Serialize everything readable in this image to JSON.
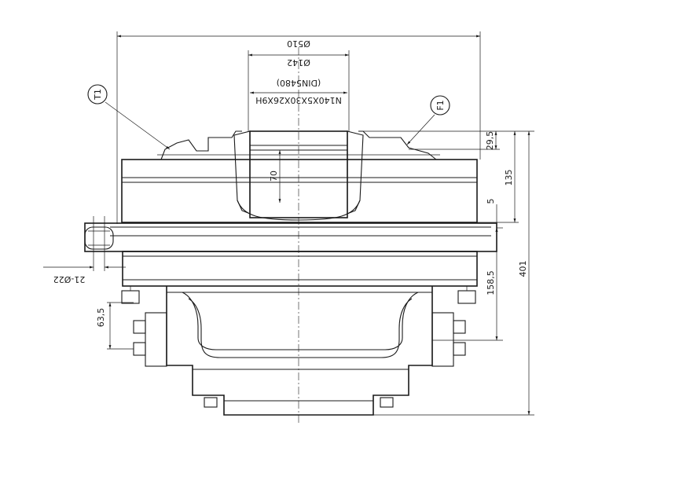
{
  "dimensions": {
    "overall_diameter": "Ø510",
    "bore_diameter": "Ø142",
    "spline_spec": "N140X5X30X26X9H",
    "spline_standard": "(DIN5480)",
    "bore_depth": "70",
    "top_offset": "29,5",
    "top_height": "135",
    "flange_step": "5",
    "lower_height": "158,5",
    "total_height": "401",
    "bolt_holes": "21-Ø22",
    "side_height": "63,5"
  },
  "callouts": {
    "T1": "T1",
    "F1": "F1"
  }
}
